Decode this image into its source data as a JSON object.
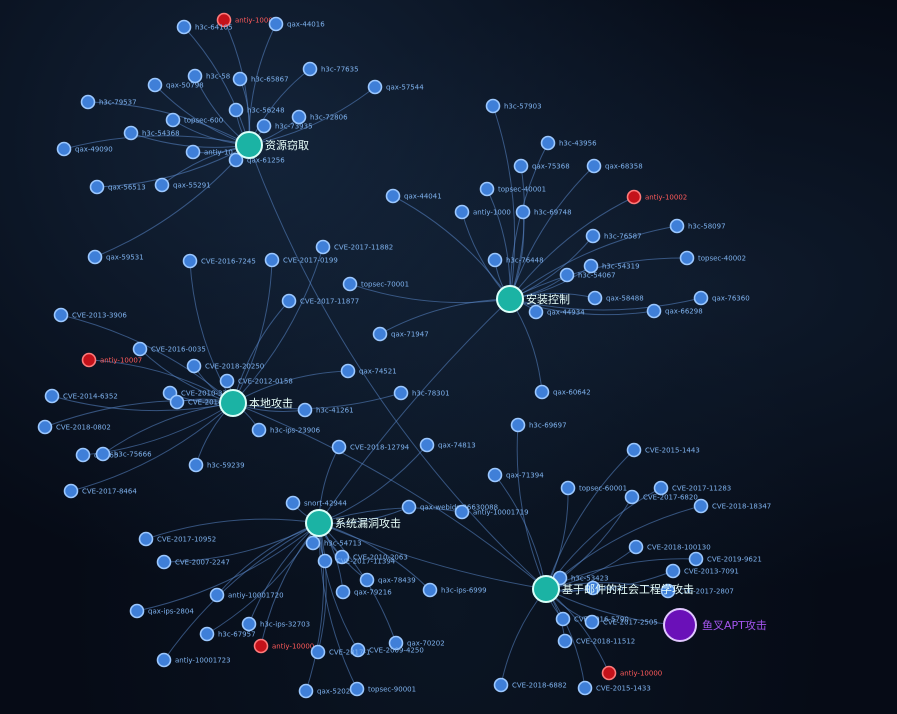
{
  "root": {
    "label": "鱼叉APT攻击",
    "color": "#6a10b8"
  },
  "hubs": [
    {
      "id": "h1",
      "label": "资源窃取"
    },
    {
      "id": "h2",
      "label": "安装控制"
    },
    {
      "id": "h3",
      "label": "本地攻击"
    },
    {
      "id": "h4",
      "label": "系统漏洞攻击"
    },
    {
      "id": "h5",
      "label": "基于邮件的社会工程学攻击"
    }
  ],
  "leaves": [
    {
      "hub": "h1",
      "label": "antiy-10005",
      "color": "red"
    },
    {
      "hub": "h1",
      "label": "qax-44016"
    },
    {
      "hub": "h1",
      "label": "h3c-64105"
    },
    {
      "hub": "h1",
      "label": "h3c-77635"
    },
    {
      "hub": "h1",
      "label": "qax-57544"
    },
    {
      "hub": "h1",
      "label": "h3c-58"
    },
    {
      "hub": "h1",
      "label": "h3c-65867"
    },
    {
      "hub": "h1",
      "label": "qax-50798"
    },
    {
      "hub": "h1",
      "label": "h3c-79537"
    },
    {
      "hub": "h1",
      "label": "h3c-56248"
    },
    {
      "hub": "h1",
      "label": "h3c-72806"
    },
    {
      "hub": "h1",
      "label": "topsec-600"
    },
    {
      "hub": "h1",
      "label": "h3c-73935"
    },
    {
      "hub": "h1",
      "label": "h3c-54368"
    },
    {
      "hub": "h1",
      "label": "qax-49090"
    },
    {
      "hub": "h1",
      "label": "antiy-10"
    },
    {
      "hub": "h1",
      "label": "qax-61256"
    },
    {
      "hub": "h1",
      "label": "qax-56513"
    },
    {
      "hub": "h1",
      "label": "qax-55291"
    },
    {
      "hub": "h1",
      "label": "qax-59531"
    },
    {
      "hub": "h2",
      "label": "h3c-57903"
    },
    {
      "hub": "h2",
      "label": "h3c-43956"
    },
    {
      "hub": "h2",
      "label": "qax-75368"
    },
    {
      "hub": "h2",
      "label": "qax-68358"
    },
    {
      "hub": "h2",
      "label": "topsec-40001"
    },
    {
      "hub": "h2",
      "label": "antiy-10002",
      "color": "red"
    },
    {
      "hub": "h2",
      "label": "qax-44041"
    },
    {
      "hub": "h2",
      "label": "antiy-1000"
    },
    {
      "hub": "h2",
      "label": "h3c-69748"
    },
    {
      "hub": "h2",
      "label": "h3c-58097"
    },
    {
      "hub": "h2",
      "label": "h3c-76587"
    },
    {
      "hub": "h2",
      "label": "h3c-76448"
    },
    {
      "hub": "h2",
      "label": "h3c-54319"
    },
    {
      "hub": "h2",
      "label": "topsec-40002"
    },
    {
      "hub": "h2",
      "label": "h3c-54067"
    },
    {
      "hub": "h2",
      "label": "qax-58488"
    },
    {
      "hub": "h2",
      "label": "qax-76360"
    },
    {
      "hub": "h2",
      "label": "qax-44934"
    },
    {
      "hub": "h2",
      "label": "qax-66298"
    },
    {
      "hub": "h2",
      "label": "topsec-70001"
    },
    {
      "hub": "h2",
      "label": "qax-71947"
    },
    {
      "hub": "h2",
      "label": "qax-60642"
    },
    {
      "hub": "h3",
      "label": "CVE-2017-11882"
    },
    {
      "hub": "h3",
      "label": "CVE-2016-7245"
    },
    {
      "hub": "h3",
      "label": "CVE-2017-0199"
    },
    {
      "hub": "h3",
      "label": "CVE-2017-11877"
    },
    {
      "hub": "h3",
      "label": "CVE-2013-3906"
    },
    {
      "hub": "h3",
      "label": "CVE-2016-0035"
    },
    {
      "hub": "h3",
      "label": "antiy-10007",
      "color": "red"
    },
    {
      "hub": "h3",
      "label": "CVE-2018-20250"
    },
    {
      "hub": "h3",
      "label": "CVE-2012-0158"
    },
    {
      "hub": "h3",
      "label": "CVE-2010-3333"
    },
    {
      "hub": "h3",
      "label": "CVE-2014-4114"
    },
    {
      "hub": "h3",
      "label": "CVE-2014-6352"
    },
    {
      "hub": "h3",
      "label": "CVE-2018-0802"
    },
    {
      "hub": "h3",
      "label": "qax-65"
    },
    {
      "hub": "h3",
      "label": "h3c-75666"
    },
    {
      "hub": "h3",
      "label": "CVE-2017-8464"
    },
    {
      "hub": "h3",
      "label": "h3c-41261"
    },
    {
      "hub": "h3",
      "label": "h3c-ips-23906"
    },
    {
      "hub": "h3",
      "label": "h3c-59239"
    },
    {
      "hub": "h3",
      "label": "qax-74521"
    },
    {
      "hub": "h3",
      "label": "h3c-78301"
    },
    {
      "hub": "h4",
      "label": "CVE-2018-12794"
    },
    {
      "hub": "h4",
      "label": "qax-74813"
    },
    {
      "hub": "h4",
      "label": "snort-42944"
    },
    {
      "hub": "h4",
      "label": "qax-webids-26630088"
    },
    {
      "hub": "h4",
      "label": "antiy-10001719"
    },
    {
      "hub": "h4",
      "label": "CVE-2017-10952"
    },
    {
      "hub": "h4",
      "label": "h3c-54713"
    },
    {
      "hub": "h4",
      "label": "CVE-2010-2063"
    },
    {
      "hub": "h4",
      "label": "CVE-2007-2247"
    },
    {
      "hub": "h4",
      "label": "CVE-2017-11394"
    },
    {
      "hub": "h4",
      "label": "qax-79216"
    },
    {
      "hub": "h4",
      "label": "qax-78439"
    },
    {
      "hub": "h4",
      "label": "h3c-ips-6999"
    },
    {
      "hub": "h4",
      "label": "antiy-10001720"
    },
    {
      "hub": "h4",
      "label": "qax-ips-2804"
    },
    {
      "hub": "h4",
      "label": "h3c-ips-32703"
    },
    {
      "hub": "h4",
      "label": "h3c-67957"
    },
    {
      "hub": "h4",
      "label": "antiy-10000",
      "color": "red"
    },
    {
      "hub": "h4",
      "label": "qax-70202"
    },
    {
      "hub": "h4",
      "label": "CVE-2009-4250"
    },
    {
      "hub": "h4",
      "label": "CVE-2017-1"
    },
    {
      "hub": "h4",
      "label": "antiy-10001723"
    },
    {
      "hub": "h4",
      "label": "qax-52022"
    },
    {
      "hub": "h4",
      "label": "topsec-90001"
    },
    {
      "hub": "h5",
      "label": "h3c-69697"
    },
    {
      "hub": "h5",
      "label": "qax-71394"
    },
    {
      "hub": "h5",
      "label": "CVE-2015-1443"
    },
    {
      "hub": "h5",
      "label": "topsec-60001"
    },
    {
      "hub": "h5",
      "label": "CVE-2017-11283"
    },
    {
      "hub": "h5",
      "label": "CVE-2017-6820"
    },
    {
      "hub": "h5",
      "label": "CVE-2018-18347"
    },
    {
      "hub": "h5",
      "label": "CVE-2018-100130"
    },
    {
      "hub": "h5",
      "label": "CVE-2019-9621"
    },
    {
      "hub": "h5",
      "label": "CVE-2013-7091"
    },
    {
      "hub": "h5",
      "label": "h3c-53423"
    },
    {
      "hub": "h5",
      "label": "h3c-5"
    },
    {
      "hub": "h5",
      "label": "CVE-2017-2807"
    },
    {
      "hub": "h5",
      "label": "CVE-2016-5790"
    },
    {
      "hub": "h5",
      "label": "CVE-2018-11512"
    },
    {
      "hub": "h5",
      "label": "CVE-2017-2505"
    },
    {
      "hub": "h5",
      "label": "antiy-10000",
      "color": "red"
    },
    {
      "hub": "h5",
      "label": "CVE-2018-6882"
    },
    {
      "hub": "h5",
      "label": "CVE-2015-1433"
    }
  ]
}
